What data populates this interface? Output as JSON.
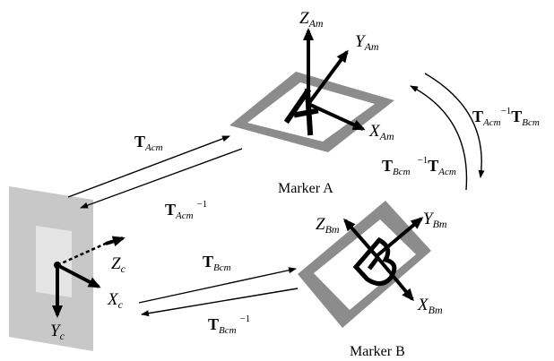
{
  "markers": {
    "a_label": "Marker A",
    "b_label": "Marker B",
    "a_letter": "A",
    "b_letter": "B"
  },
  "axes": {
    "marker_a": {
      "z": "Z",
      "z_sub": "Am",
      "y": "Y",
      "y_sub": "Am",
      "x": "X",
      "x_sub": "Am"
    },
    "marker_b": {
      "z": "Z",
      "z_sub": "Bm",
      "y": "Y",
      "y_sub": "Bm",
      "x": "X",
      "x_sub": "Bm"
    },
    "camera": {
      "z": "Z",
      "z_sub": "c",
      "x": "X",
      "x_sub": "c",
      "y": "Y",
      "y_sub": "c"
    }
  },
  "transforms": {
    "t_acm": {
      "base": "T",
      "sub": "Acm"
    },
    "t_acm_inv": {
      "base": "T",
      "sub": "Acm",
      "sup": "−1"
    },
    "t_bcm": {
      "base": "T",
      "sub": "Bcm"
    },
    "t_bcm_inv": {
      "base": "T",
      "sub": "Bcm",
      "sup": "−1"
    },
    "t_a_to_b": {
      "base1": "T",
      "sub1": "Acm",
      "sup1": "−1",
      "base2": "T",
      "sub2": "Bcm"
    },
    "t_b_to_a": {
      "base1": "T",
      "sub1": "Bcm",
      "sup1": "−1",
      "base2": "T",
      "sub2": "Acm"
    }
  },
  "colors": {
    "marker_frame": "#8c8c8c",
    "camera_plane_outer": "#c8c8c8",
    "camera_plane_inner": "#e4e4e4",
    "ink": "#000000"
  }
}
